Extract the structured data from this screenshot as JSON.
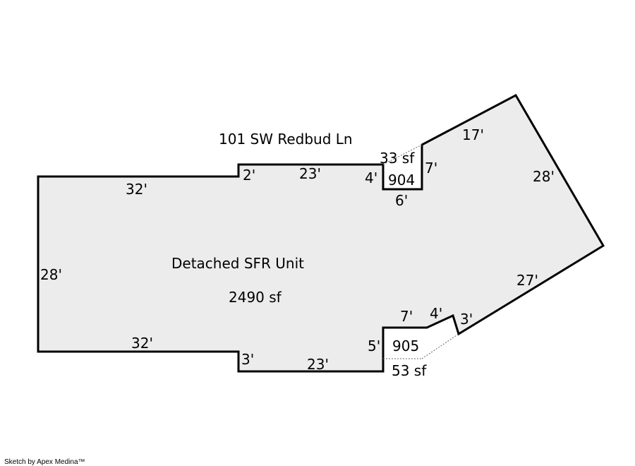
{
  "sketch": {
    "address": "101 SW Redbud Ln",
    "main_area": {
      "name": "Detached SFR Unit",
      "area": "2490 sf"
    },
    "sub_area_904": {
      "code": "904",
      "area": "33 sf"
    },
    "sub_area_905": {
      "code": "905",
      "area": "53 sf"
    },
    "dimensions": {
      "top_left": "32'",
      "left": "28'",
      "bottom_left": "32'",
      "top_step": "2'",
      "top_mid": "23'",
      "bottom_step": "3'",
      "bottom_mid": "23'",
      "a904_left": "4'",
      "a904_bottom": "6'",
      "a904_right": "7'",
      "upper_diag": "17'",
      "right_diag": "28'",
      "lower_diag": "27'",
      "a905_left": "5'",
      "a905_top": "7'",
      "a905_short": "4'",
      "a905_right": "3'"
    },
    "colors": {
      "fill": "#ececec",
      "stroke": "#000000"
    }
  },
  "footer": {
    "credit": "Sketch by Apex Medina™"
  }
}
